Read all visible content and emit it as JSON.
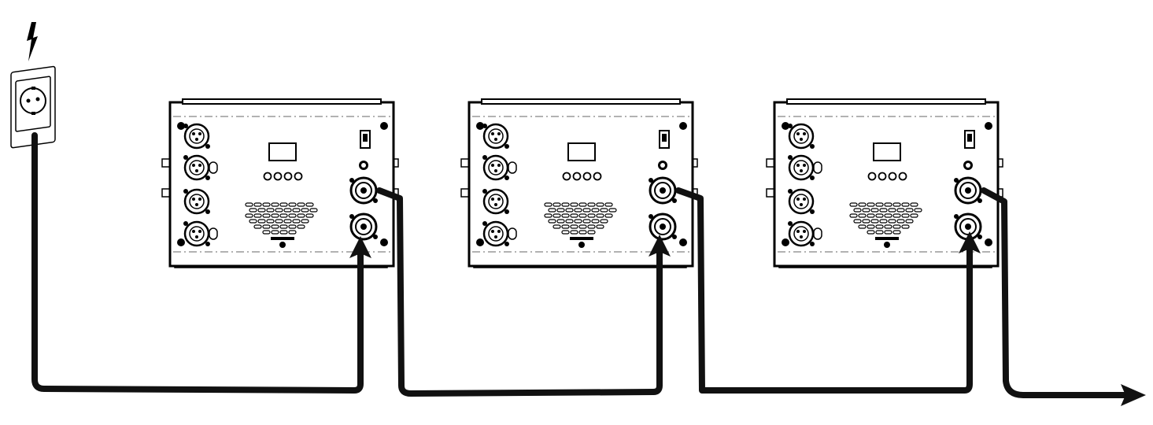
{
  "diagram": {
    "power_source": {
      "icon": "lightning-bolt-icon",
      "outlet_icon": "schuko-wall-socket-icon"
    },
    "devices": [
      {
        "id": "unit-1",
        "xlr_ports": 4,
        "buttons": 4,
        "power_in_icon": "powercon-in-icon",
        "power_out_icon": "powercon-out-icon"
      },
      {
        "id": "unit-2",
        "xlr_ports": 4,
        "buttons": 4,
        "power_in_icon": "powercon-in-icon",
        "power_out_icon": "powercon-out-icon"
      },
      {
        "id": "unit-3",
        "xlr_ports": 4,
        "buttons": 4,
        "power_in_icon": "powercon-in-icon",
        "power_out_icon": "powercon-out-icon"
      }
    ],
    "cable_color": "#111111",
    "line_color": "#000000",
    "background": "#ffffff"
  }
}
